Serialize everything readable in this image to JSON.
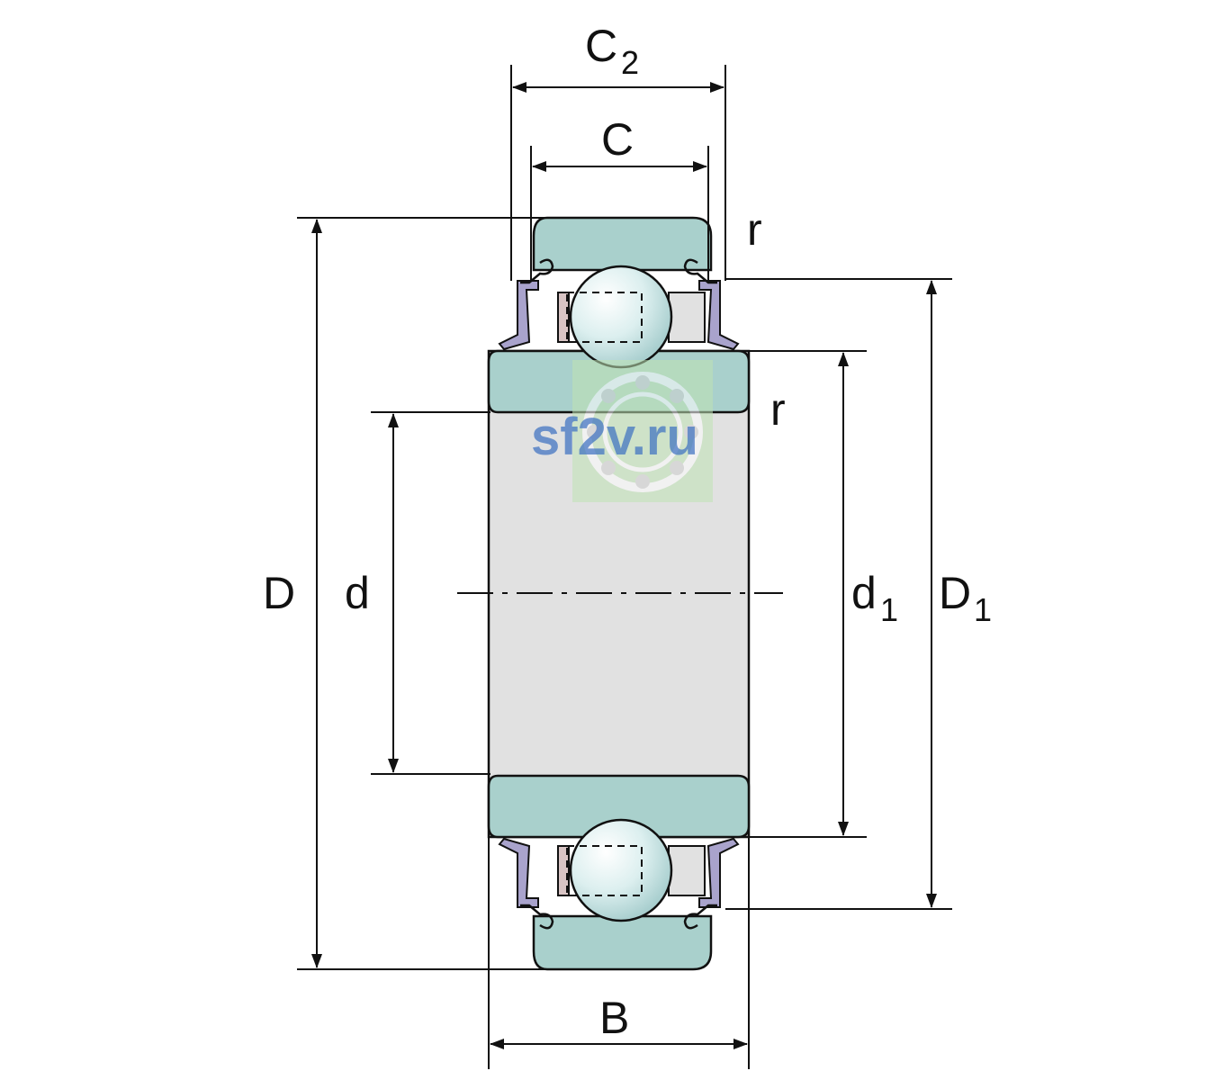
{
  "labels": {
    "C2": {
      "main": "C",
      "sub": "2"
    },
    "C": "C",
    "r_top": "r",
    "r_mid": "r",
    "D": "D",
    "d": "d",
    "d1": {
      "main": "d",
      "sub": "1"
    },
    "D1": {
      "main": "D",
      "sub": "1"
    },
    "B": "B"
  },
  "watermark": {
    "text": "sf2v.ru"
  },
  "colors": {
    "ring": "#a9d0cc",
    "bore": "#e1e1e1",
    "ball": "#dcefef",
    "seal": "#a9a3cc",
    "cage": "#d8c4c4",
    "line": "#111111"
  }
}
